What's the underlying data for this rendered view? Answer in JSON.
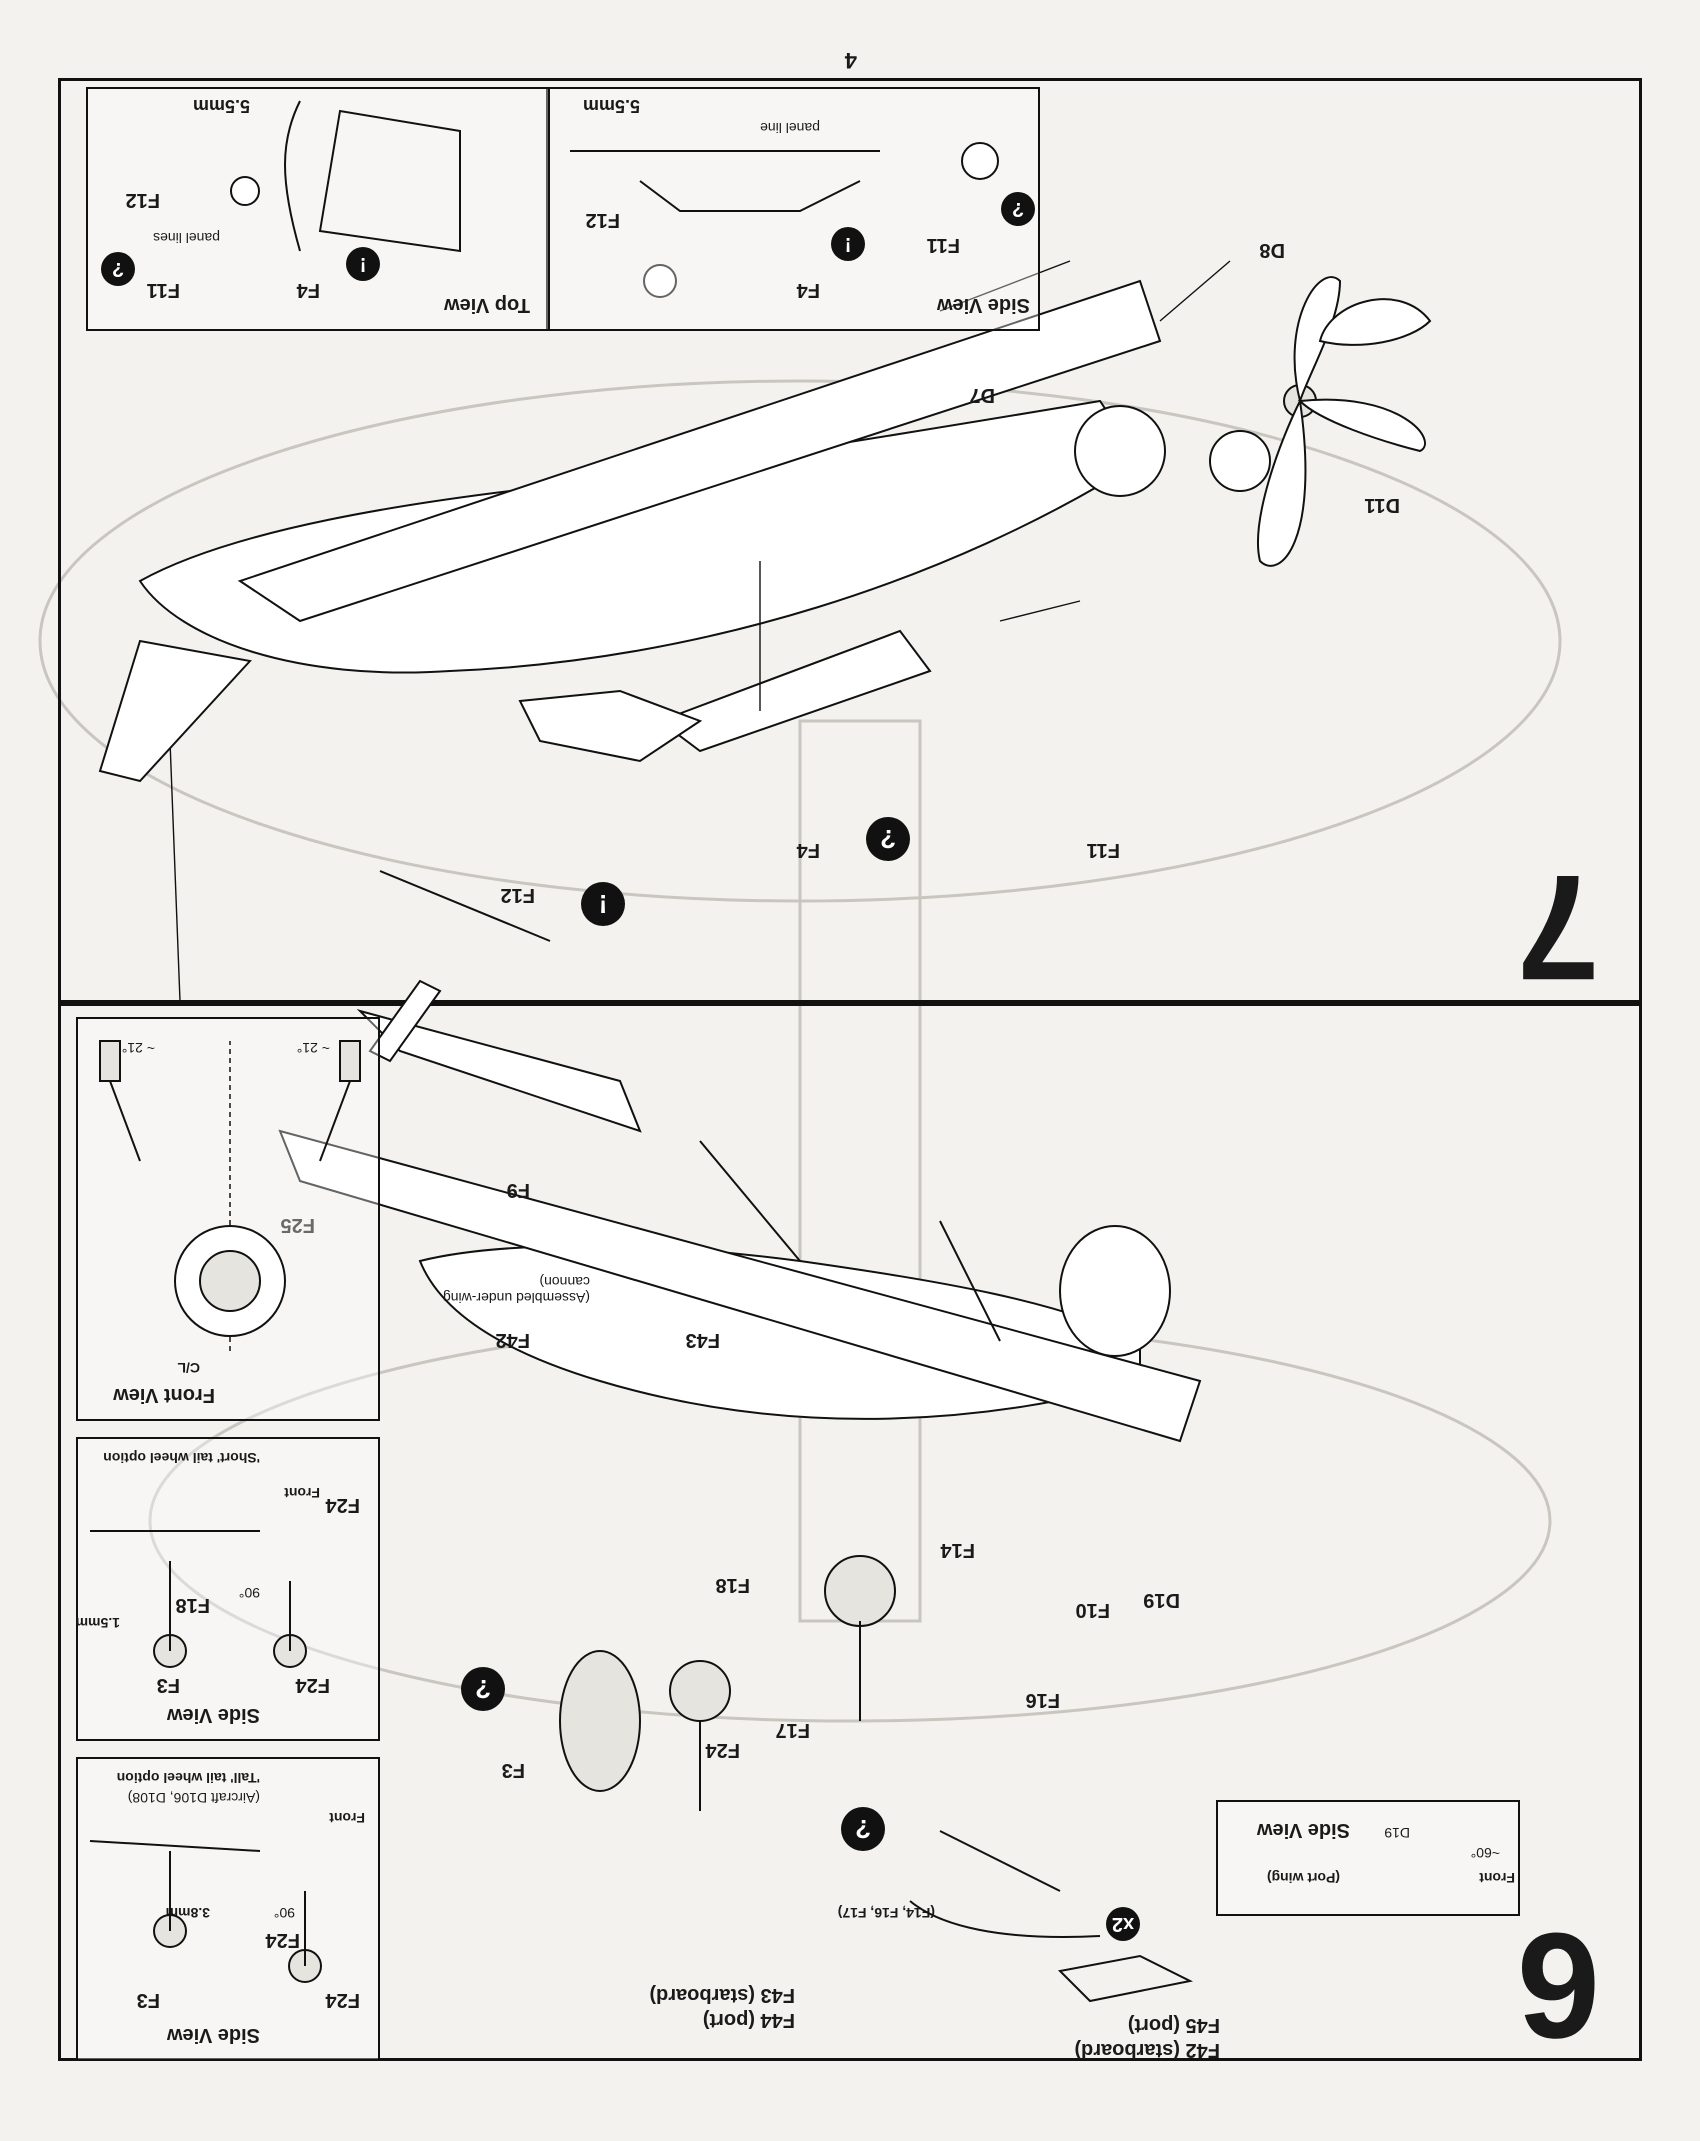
{
  "page_number": "4",
  "step6": {
    "number": "6",
    "parts_header": [
      "F42 (starboard)",
      "F45 (port)"
    ],
    "parts_header2": [
      "F44 (port)",
      "F43 (starboard)"
    ],
    "multiplier": "x2",
    "subassembly_note": "(F14, F16, F17)",
    "labels": {
      "F3": "F3",
      "F24": "F24",
      "F17": "F17",
      "F16": "F16",
      "F14": "F14",
      "F18": "F18",
      "F43": "F43",
      "F42": "F42",
      "F9": "F9",
      "F25": "F25",
      "F10": "F10",
      "D19": "D19"
    },
    "under_wing_note": "(Assembled under-wing cannon)",
    "side_view_wing": {
      "title": "Side View",
      "part": "D19",
      "angle": "~60°",
      "wing": "(Port wing)",
      "front": "Front"
    },
    "tall_tail": {
      "title": "Side View",
      "option": "'Tall' tail wheel option",
      "aircraft": "(Aircraft D106, D108)",
      "measure": "3.8mm",
      "angle": "90°",
      "front": "Front",
      "parts": [
        "F3",
        "F24",
        "F24"
      ]
    },
    "short_tail": {
      "title": "Side View",
      "option": "'Short' tail wheel option",
      "measure": "1.5mm",
      "angle": "90°",
      "front": "Front",
      "parts": [
        "F3",
        "F24",
        "F18",
        "F24"
      ]
    },
    "front_view": {
      "title": "Front View",
      "cl": "C/L",
      "angle_left": "~ 21°",
      "angle_right": "~ 21°"
    }
  },
  "step7": {
    "number": "7",
    "labels": {
      "F12": "F12",
      "F4": "F4",
      "F11": "F11",
      "D7": "D7",
      "D11": "D11",
      "D8": "D8"
    },
    "side_view": {
      "title": "Side View",
      "parts": [
        "F4",
        "F11",
        "F12"
      ],
      "panel_line": "panel line",
      "measure": "5.5mm"
    },
    "top_view": {
      "title": "Top View",
      "parts": [
        "F4",
        "F11",
        "F12"
      ],
      "panel_lines": "panel lines",
      "measure": "5.5mm"
    }
  },
  "badges": {
    "paint": "?",
    "glue": "!"
  }
}
